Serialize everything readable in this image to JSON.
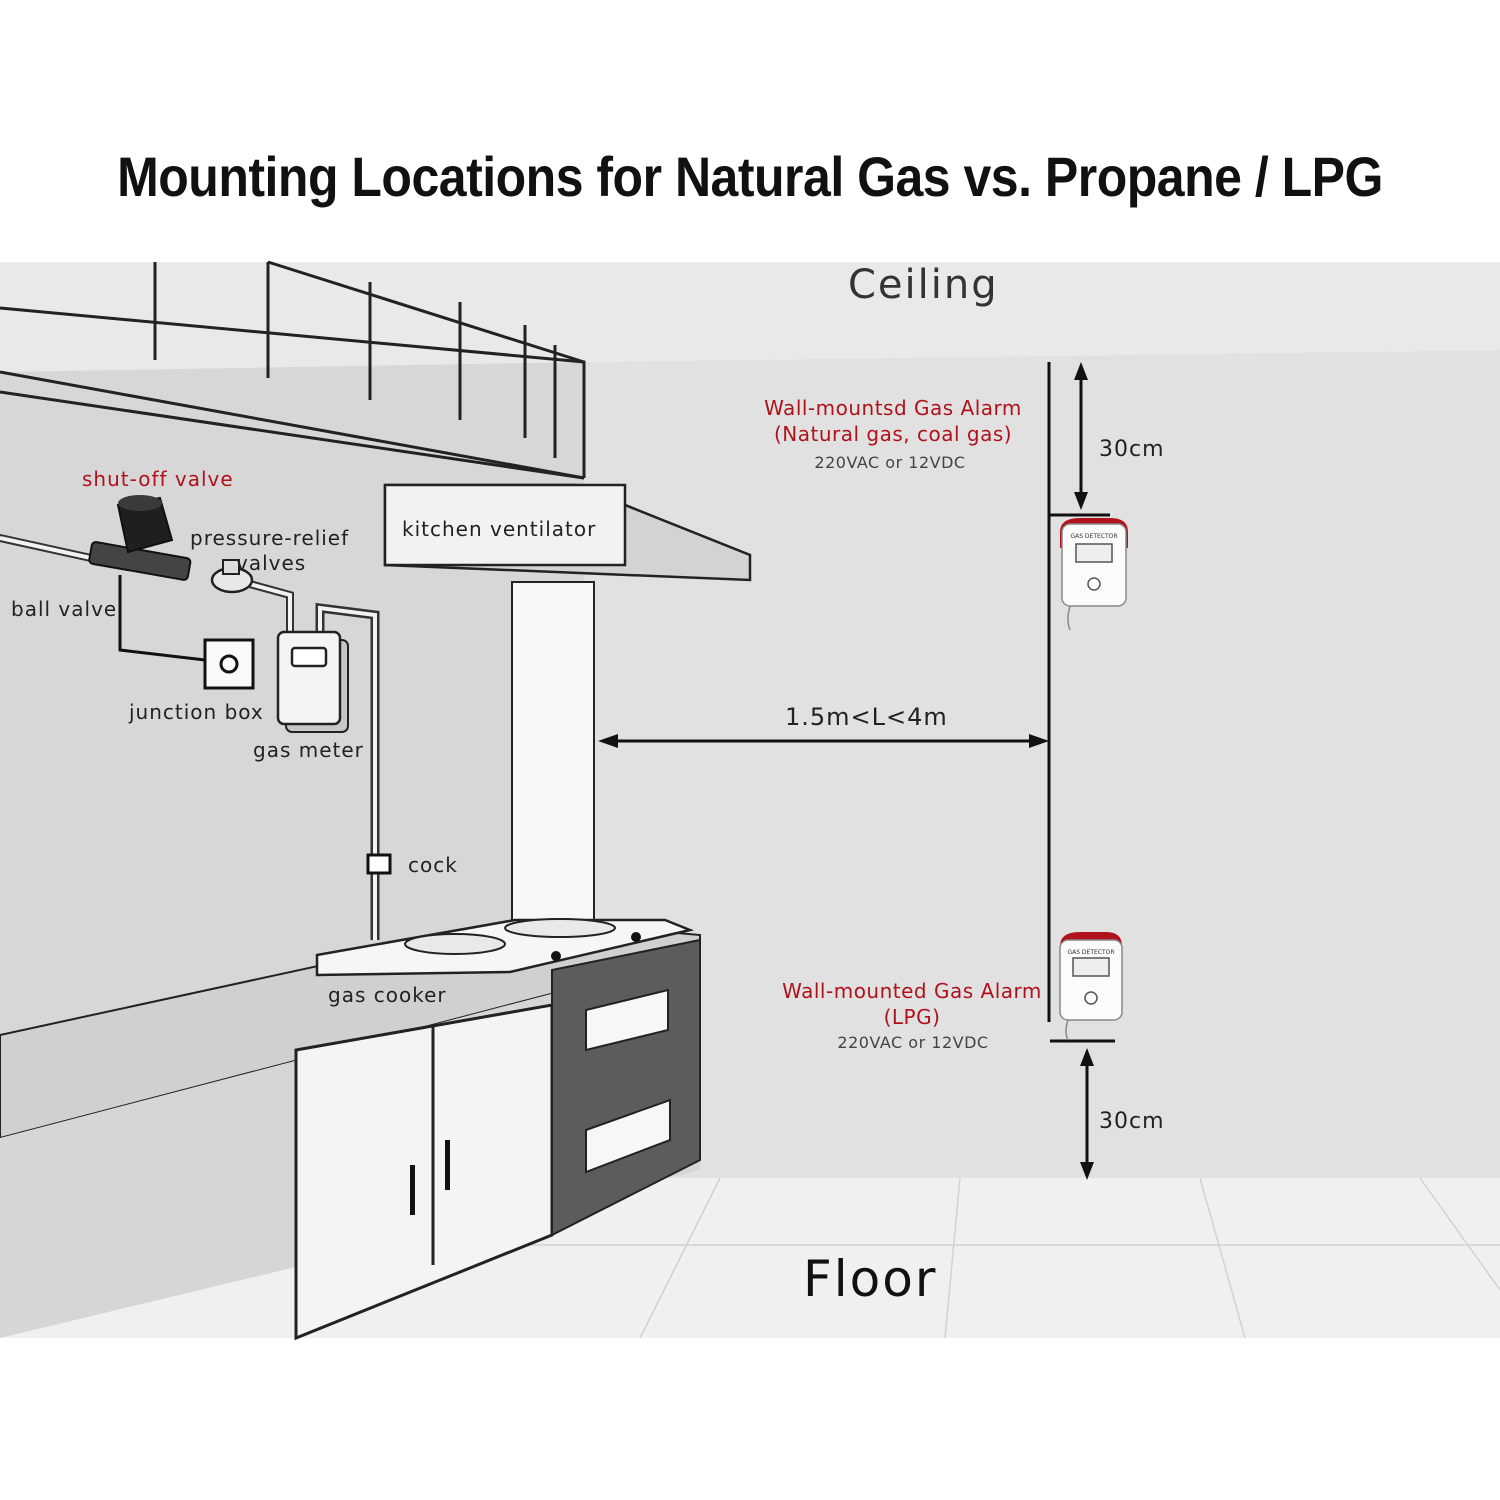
{
  "title": "Mounting Locations for Natural Gas vs. Propane / LPG",
  "room": {
    "ceiling": "Ceiling",
    "floor": "Floor"
  },
  "components": {
    "shut_off_valve": "shut-off valve",
    "pressure_relief_line1": "pressure-relief",
    "pressure_relief_line2": "valves",
    "ball_valve": "ball valve",
    "junction_box": "junction box",
    "gas_meter": "gas meter",
    "kitchen_ventilator": "kitchen ventilator",
    "cock": "cock",
    "gas_cooker": "gas cooker"
  },
  "alarm_natural_gas": {
    "name": "Wall-mountsd Gas Alarm",
    "gas": "(Natural gas, coal gas)",
    "power": "220VAC or 12VDC",
    "device_label": "GAS DETECTOR"
  },
  "alarm_lpg": {
    "name": "Wall-mounted Gas Alarm",
    "gas": "(LPG)",
    "power": "220VAC or 12VDC",
    "device_label": "GAS DETECTOR"
  },
  "dimensions": {
    "from_ceiling": "30cm",
    "from_floor": "30cm",
    "from_cooker": "1.5m<L<4m"
  },
  "colors": {
    "alarm_text": "#b0121b",
    "wall": "#d6d6d6",
    "back_wall": "#e0e0e0",
    "ceiling": "#e9e9e9",
    "floor": "#efefef",
    "line": "#111111"
  }
}
